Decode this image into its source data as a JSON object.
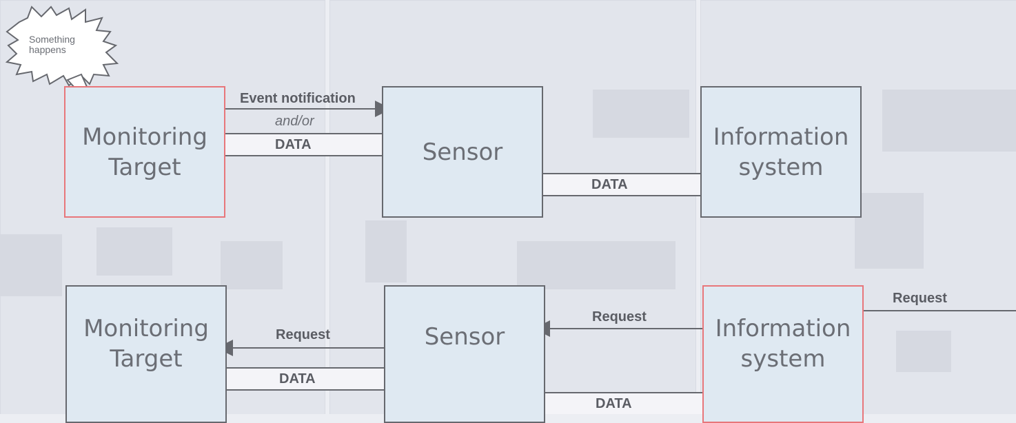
{
  "burst": {
    "line1": "Something",
    "line2": "happens"
  },
  "top": {
    "target": "Monitoring\nTarget",
    "sensor": "Sensor",
    "info": "Information\nsystem",
    "event_label": "Event notification",
    "andor_label": "and/or",
    "data1": "DATA",
    "data2": "DATA"
  },
  "bottom": {
    "target": "Monitoring\nTarget",
    "sensor": "Sensor",
    "info": "Information\nsystem",
    "request_ext": "Request",
    "request_mid": "Request",
    "request_left": "Request",
    "data1": "DATA",
    "data2": "DATA"
  },
  "colors": {
    "box_fill": "#dfe9f2",
    "border": "#66686e",
    "highlight": "#e8767a",
    "arrow": "#66686e"
  }
}
